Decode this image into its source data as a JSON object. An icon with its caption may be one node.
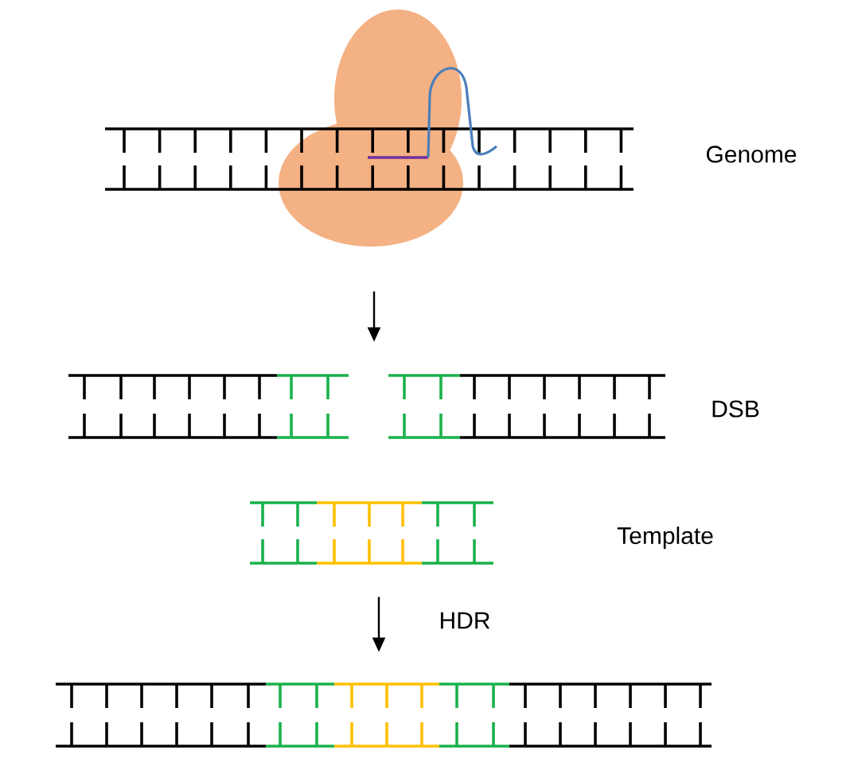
{
  "diagram": {
    "nodes": [
      {
        "text": [],
        "shape": "picture",
        "beside": [
          "Genome"
        ]
      },
      {
        "text": [],
        "shape": "picture",
        "beside": [
          "DSB"
        ]
      },
      {
        "text": [],
        "shape": "picture"
      },
      {
        "text": [],
        "shape": "picture"
      }
    ],
    "edges": [
      {
        "from": 0,
        "to": 1,
        "arrow": "to"
      },
      {
        "from": 2,
        "to": 3,
        "arrow": "to",
        "label": "HDR"
      }
    ],
    "labels": [
      "Template"
    ]
  }
}
